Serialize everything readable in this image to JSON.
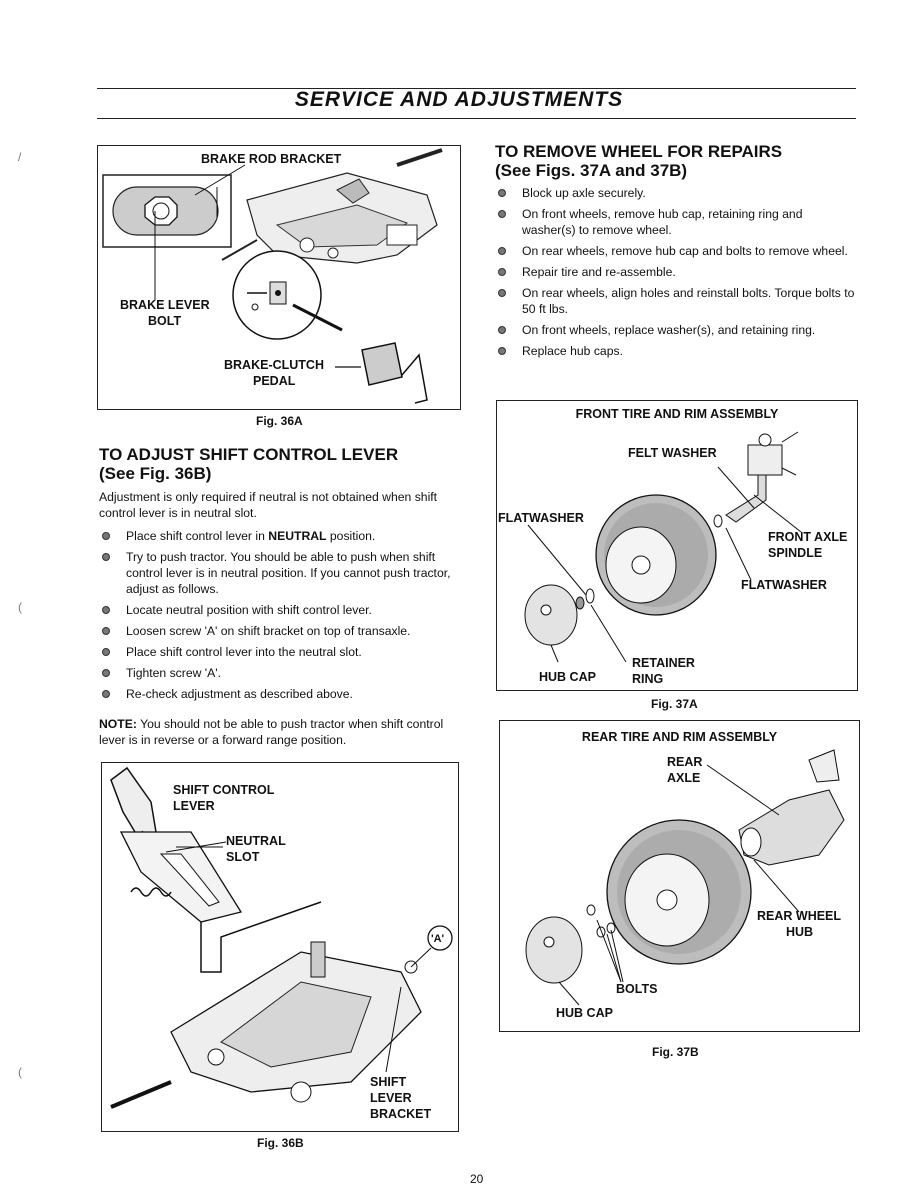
{
  "header": {
    "title": "SERVICE AND ADJUSTMENTS"
  },
  "fig36a": {
    "labels": {
      "brake_rod_bracket": "BRAKE ROD BRACKET",
      "brake_lever_bolt_1": "BRAKE LEVER",
      "brake_lever_bolt_2": "BOLT",
      "brake_clutch_pedal_1": "BRAKE-CLUTCH",
      "brake_clutch_pedal_2": "PEDAL"
    },
    "caption": "Fig. 36A"
  },
  "adjust_shift": {
    "title_1": "TO ADJUST SHIFT CONTROL LEVER",
    "title_2": "(See Fig. 36B)",
    "intro": "Adjustment is only required if neutral is not obtained when shift control lever is in neutral slot.",
    "steps": [
      "Place shift control lever in NEUTRAL position.",
      "Try to push tractor. You should be able to push when shift control lever is in neutral position. If you cannot push tractor, adjust as follows.",
      "Locate neutral position with shift control lever.",
      "Loosen screw 'A' on shift bracket on top of transaxle.",
      "Place shift control lever into the neutral slot.",
      "Tighten screw 'A'.",
      "Re-check adjustment as described above."
    ],
    "note_label": "NOTE:",
    "note_text": "You should not be able to push tractor when shift control lever is in reverse or a forward range position."
  },
  "fig36b": {
    "labels": {
      "shift_control_lever_1": "SHIFT CONTROL",
      "shift_control_lever_2": "LEVER",
      "neutral_slot_1": "NEUTRAL",
      "neutral_slot_2": "SLOT",
      "screw_a": "'A'",
      "shift_lever_bracket_1": "SHIFT",
      "shift_lever_bracket_2": "LEVER",
      "shift_lever_bracket_3": "BRACKET"
    },
    "caption": "Fig. 36B"
  },
  "remove_wheel": {
    "title_1": "TO REMOVE WHEEL FOR REPAIRS",
    "title_2": "(See Figs. 37A and 37B)",
    "steps": [
      "Block up axle securely.",
      "On front wheels, remove hub cap, retaining ring and washer(s) to remove wheel.",
      "On rear wheels, remove hub cap and bolts to remove wheel.",
      "Repair tire and re-assemble.",
      "On rear wheels, align holes and reinstall bolts. Torque bolts to 50 ft lbs.",
      "On front wheels, replace washer(s), and retaining ring.",
      "Replace hub caps."
    ]
  },
  "fig37a": {
    "title": "FRONT TIRE AND RIM ASSEMBLY",
    "labels": {
      "felt_washer": "FELT WASHER",
      "flatwasher_left": "FLATWASHER",
      "front_axle_spindle_1": "FRONT AXLE",
      "front_axle_spindle_2": "SPINDLE",
      "flatwasher_right": "FLATWASHER",
      "retainer_ring_1": "RETAINER",
      "retainer_ring_2": "RING",
      "hub_cap": "HUB CAP"
    },
    "caption": "Fig. 37A"
  },
  "fig37b": {
    "title": "REAR TIRE AND RIM ASSEMBLY",
    "labels": {
      "rear_axle_1": "REAR",
      "rear_axle_2": "AXLE",
      "rear_wheel_hub_1": "REAR WHEEL",
      "rear_wheel_hub_2": "HUB",
      "bolts": "BOLTS",
      "hub_cap": "HUB CAP"
    },
    "caption": "Fig. 37B"
  },
  "footer": {
    "page_number": "20"
  }
}
